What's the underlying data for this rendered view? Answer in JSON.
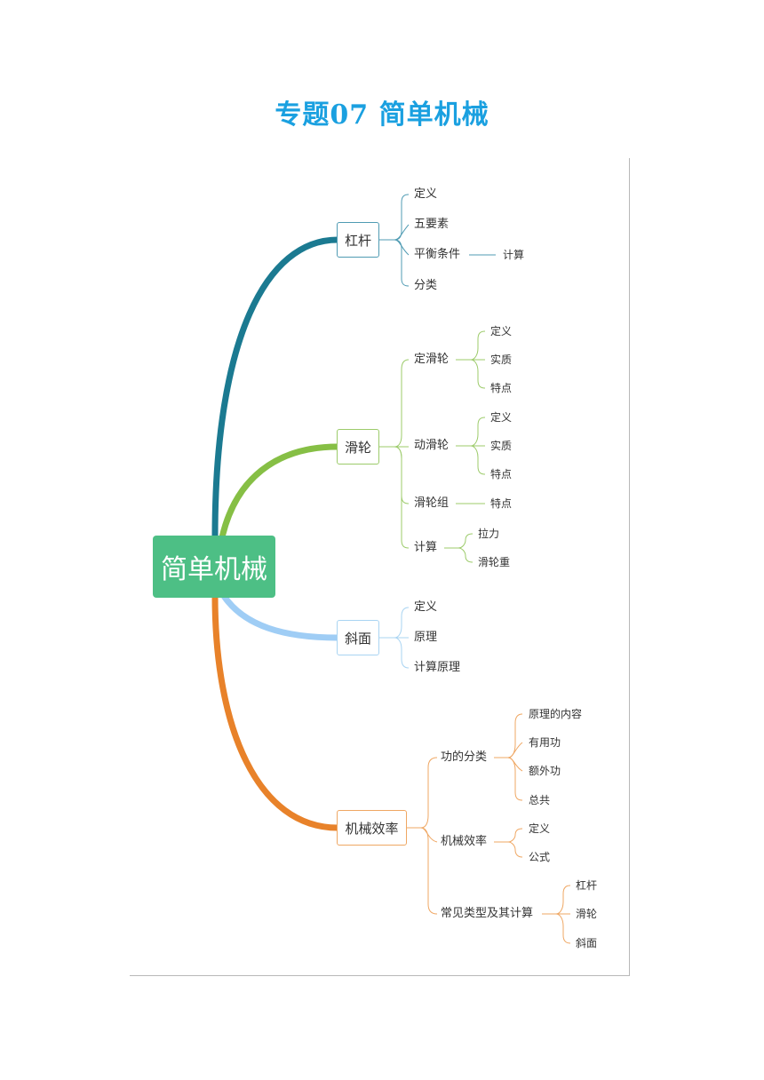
{
  "title": "专题07 简单机械",
  "root": "简单机械",
  "branches": {
    "lever": {
      "label": "杠杆",
      "color": "#1b7a91",
      "items": [
        "定义",
        "五要素",
        "平衡条件",
        "分类"
      ],
      "balance_child": "计算"
    },
    "pulley": {
      "label": "滑轮",
      "color": "#86bf45",
      "fixed": {
        "label": "定滑轮",
        "items": [
          "定义",
          "实质",
          "特点"
        ]
      },
      "movable": {
        "label": "动滑轮",
        "items": [
          "定义",
          "实质",
          "特点"
        ]
      },
      "block": {
        "label": "滑轮组",
        "items": [
          "特点"
        ]
      },
      "calc": {
        "label": "计算",
        "items": [
          "拉力",
          "滑轮重"
        ]
      }
    },
    "incline": {
      "label": "斜面",
      "color": "#9fcdf5",
      "items": [
        "定义",
        "原理",
        "计算原理"
      ]
    },
    "efficiency": {
      "label": "机械效率",
      "color": "#e8822a",
      "work": {
        "label": "功的分类",
        "items": [
          "原理的内容",
          "有用功",
          "额外功",
          "总共"
        ]
      },
      "eff": {
        "label": "机械效率",
        "items": [
          "定义",
          "公式"
        ]
      },
      "types": {
        "label": "常见类型及其计算",
        "items": [
          "杠杆",
          "滑轮",
          "斜面"
        ]
      }
    }
  }
}
